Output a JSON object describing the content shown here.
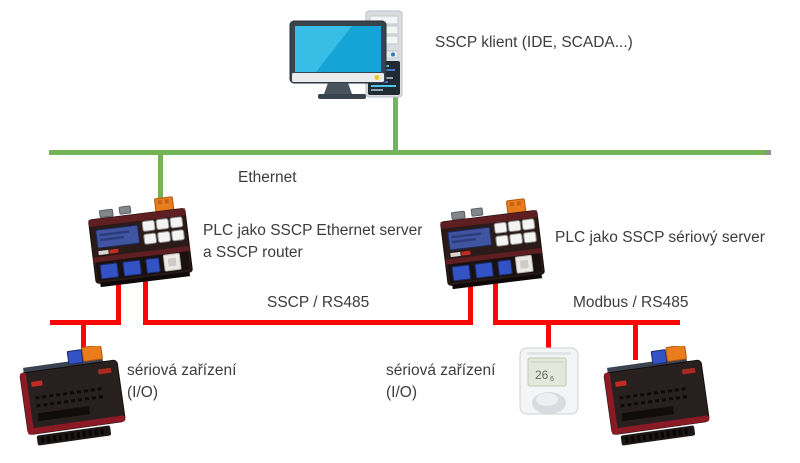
{
  "diagram": {
    "type": "network-topology",
    "colors": {
      "ethernet": "#72b456",
      "serial": "#f90606",
      "text": "#3c3c3c",
      "background": "#ffffff"
    },
    "buses": {
      "ethernet": {
        "label": "Ethernet"
      },
      "sscp": {
        "label": "SSCP / RS485"
      },
      "modbus": {
        "label": "Modbus / RS485"
      }
    },
    "labels": {
      "client": "SSCP klient (IDE, SCADA...)",
      "plc_router_line1": "PLC jako SSCP Ethernet server",
      "plc_router_line2": "a SSCP router",
      "plc_serial": "PLC jako SSCP sériový server",
      "serial_left_line1": "sériová zařízení",
      "serial_left_line2": "(I/O)",
      "serial_right_line1": "sériová zařízení",
      "serial_right_line2": "(I/O)"
    },
    "thermostat": {
      "display_value": "26",
      "display_decimal": "6"
    },
    "icons": {
      "client": "desktop-computer-icon",
      "plc": "plc-controller-icon",
      "io_module": "io-module-icon",
      "thermostat": "thermostat-icon"
    }
  }
}
